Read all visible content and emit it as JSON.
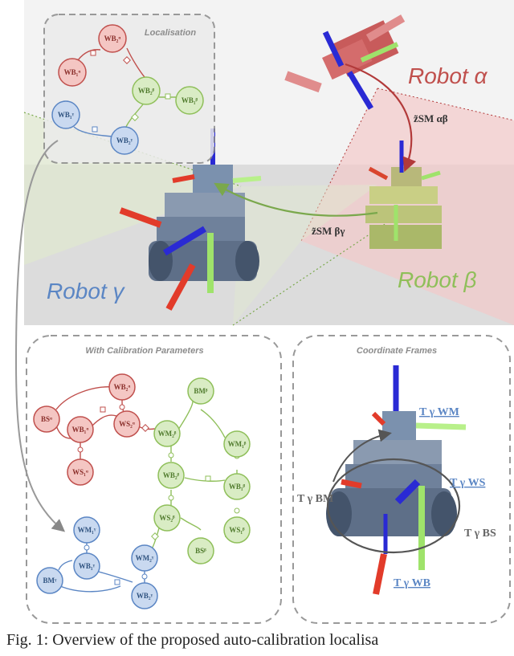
{
  "panels": {
    "localisation_title": "Localisation",
    "calibration_title": "With Calibration Parameters",
    "frames_title": "Coordinate Frames"
  },
  "robots": {
    "alpha": "Robot α",
    "beta": "Robot β",
    "gamma": "Robot γ"
  },
  "measurements": {
    "alpha_beta": "z̃SM αβ",
    "beta_gamma": "z̃SM βγ"
  },
  "frames": {
    "wm": "T γ WM",
    "ws": "T γ WS",
    "wb": "T γ WB",
    "bm": "T γ BM",
    "bs": "T γ BS"
  },
  "localisation_nodes": {
    "wb2a": "WB₂ᵅ",
    "wb1a": "WB₁ᵅ",
    "wb2b": "WB₂ᵝ",
    "wb1b": "WB₁ᵝ",
    "wb1g": "WB₁ᵞ",
    "wb2g": "WB₂ᵞ"
  },
  "calibration_nodes": {
    "wb2a": "WB₂ᵅ",
    "bsa": "BSᵅ",
    "wb1a": "WB₁ᵅ",
    "ws2a": "WS₂ᵅ",
    "ws1a": "WS₁ᵅ",
    "bmb": "BMᵝ",
    "wm2b": "WM₂ᵝ",
    "wm1b": "WM₁ᵝ",
    "wb2b": "WB₂ᵝ",
    "wb1b": "WB₁ᵝ",
    "ws2b": "WS₂ᵝ",
    "ws1b": "WS₁ᵝ",
    "bsb": "BSᵝ",
    "wm1g": "WM₁ᵞ",
    "wb1g": "WB₁ᵞ",
    "bmg": "BMᵞ",
    "wm2g": "WM₂ᵞ",
    "wb2g": "WB₂ᵞ"
  },
  "caption": "Fig. 1: Overview of the proposed auto-calibration localisa",
  "colors": {
    "alpha": "#c0504d",
    "beta": "#8fbf5a",
    "gamma": "#5b86c4",
    "alpha_fill": "#f4c6c3",
    "beta_fill": "#d9ecc4",
    "gamma_fill": "#c9d9f0"
  }
}
